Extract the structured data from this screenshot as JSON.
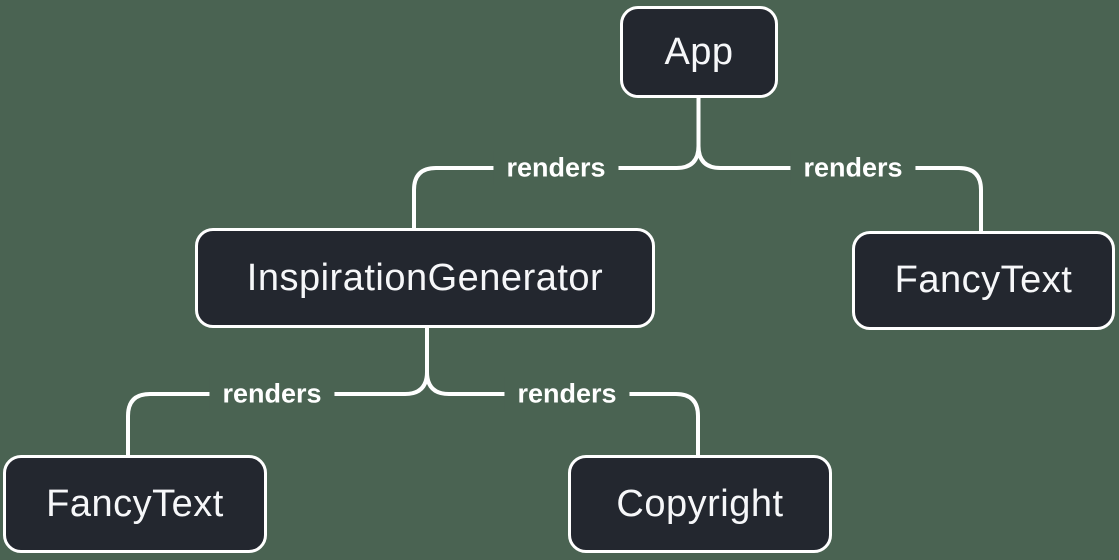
{
  "diagram": {
    "description_colors": {
      "background": "#4a6352",
      "node_fill": "#23272f",
      "node_border": "#ffffff",
      "node_text": "#f6f7f9",
      "line": "#ffffff",
      "edge_label_text": "#ffffff"
    },
    "nodes": {
      "app": {
        "label": "App"
      },
      "inspiration_generator": {
        "label": "InspirationGenerator"
      },
      "fancy_text_top": {
        "label": "FancyText"
      },
      "fancy_text_bottom": {
        "label": "FancyText"
      },
      "copyright": {
        "label": "Copyright"
      }
    },
    "edges": [
      {
        "from": "App",
        "to": "InspirationGenerator",
        "label": "renders"
      },
      {
        "from": "App",
        "to": "FancyText",
        "label": "renders"
      },
      {
        "from": "InspirationGenerator",
        "to": "FancyText",
        "label": "renders"
      },
      {
        "from": "InspirationGenerator",
        "to": "Copyright",
        "label": "renders"
      }
    ]
  }
}
